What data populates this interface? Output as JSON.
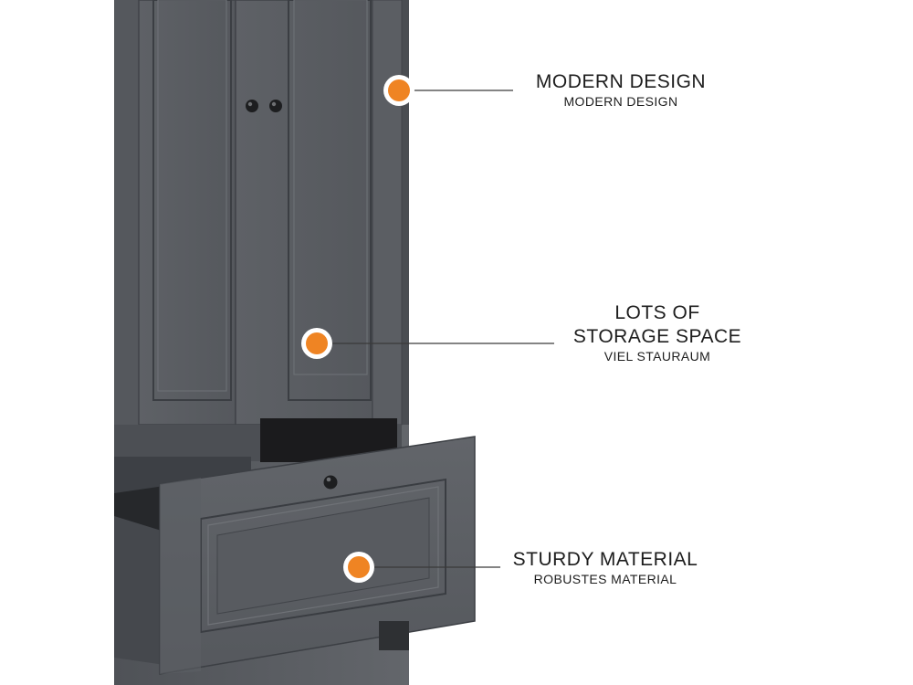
{
  "callouts": [
    {
      "title": "MODERN DESIGN",
      "subtitle": "MODERN DESIGN"
    },
    {
      "title_line1": "LOTS OF",
      "title_line2": "STORAGE SPACE",
      "subtitle": "VIEL STAURAUM"
    },
    {
      "title": "STURDY MATERIAL",
      "subtitle": "ROBUSTES MATERIAL"
    }
  ],
  "colors": {
    "marker": "#ef8423",
    "cabinet": "#5a5d62",
    "background": "#ffffff"
  }
}
